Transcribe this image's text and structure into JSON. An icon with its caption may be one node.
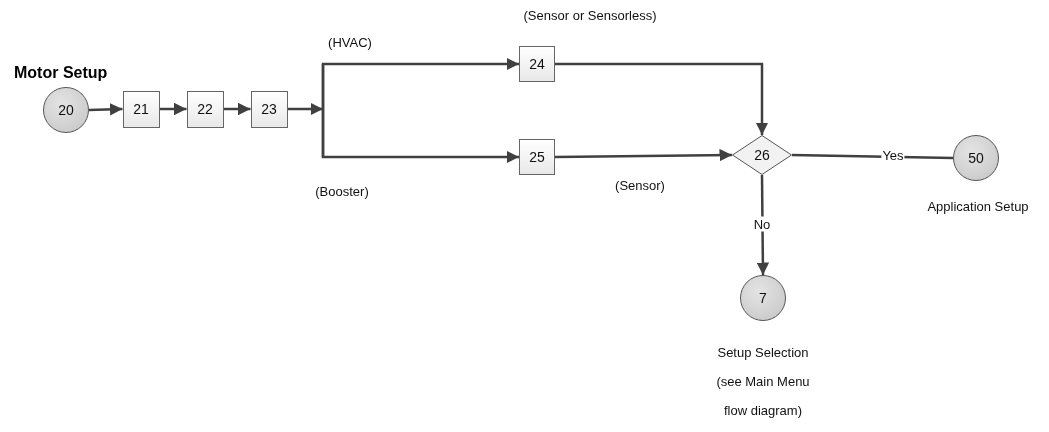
{
  "diagram": {
    "title": "Motor Setup",
    "nodes": [
      {
        "text": [
          "20"
        ]
      },
      {
        "text": [
          "21"
        ]
      },
      {
        "text": [
          "22"
        ]
      },
      {
        "text": [
          "23"
        ]
      },
      {
        "text": [
          "24"
        ]
      },
      {
        "text": [
          "25"
        ]
      },
      {
        "text": [
          "26"
        ]
      },
      {
        "text": [
          "50"
        ],
        "beside": [
          "Application Setup"
        ]
      },
      {
        "text": [
          "7"
        ],
        "beside": [
          "Setup Selection",
          "(see Main Menu",
          "flow diagram)"
        ]
      }
    ],
    "edges": [
      {
        "from": 0,
        "to": 1,
        "arrow": "to"
      },
      {
        "from": 1,
        "to": 2,
        "arrow": "to"
      },
      {
        "from": 2,
        "to": 3,
        "arrow": "to"
      },
      {
        "from": 3,
        "to": 4,
        "arrow": "to",
        "label": "(HVAC)"
      },
      {
        "from": 3,
        "to": 5,
        "arrow": "to",
        "label": "(Booster)"
      },
      {
        "from": 4,
        "to": 6,
        "arrow": "to",
        "label": "(Sensor or Sensorless)"
      },
      {
        "from": 5,
        "to": 6,
        "arrow": "to",
        "label": "(Sensor)"
      },
      {
        "from": 6,
        "to": 7,
        "arrow": "none",
        "label": "Yes"
      },
      {
        "from": 6,
        "to": 8,
        "arrow": "to",
        "label": "No"
      }
    ]
  }
}
